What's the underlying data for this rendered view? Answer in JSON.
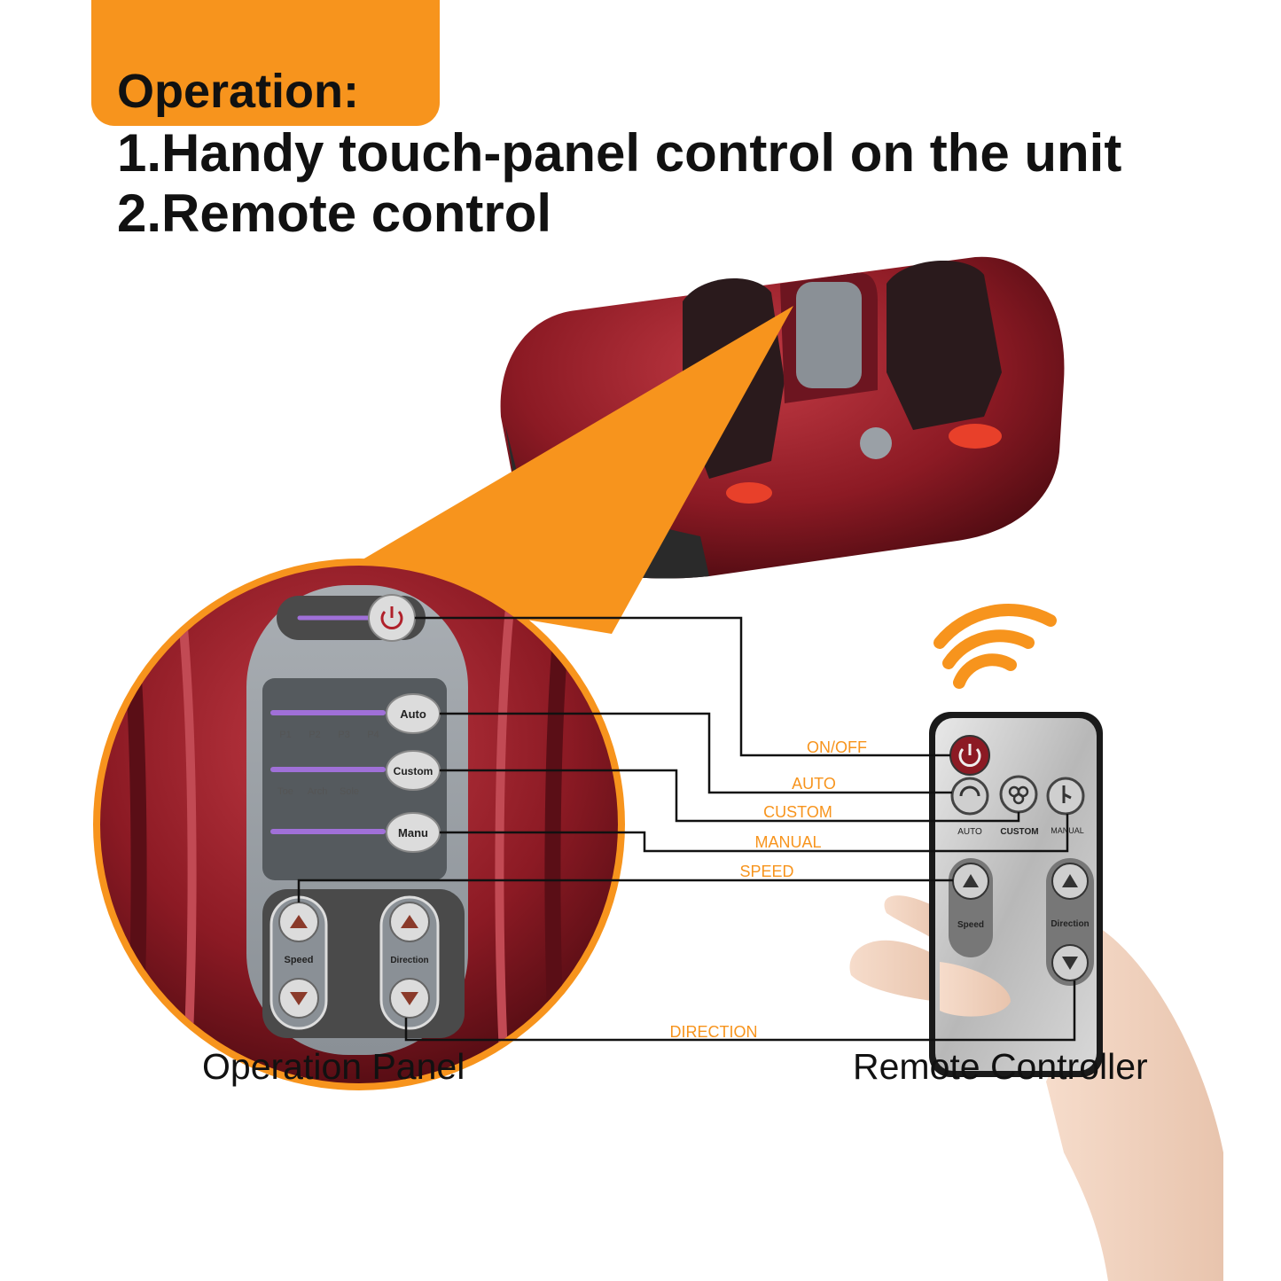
{
  "header": {
    "title": "Operation:",
    "line1": "1.Handy touch-panel control on the unit",
    "line2": "2.Remote control"
  },
  "panel": {
    "auto": "Auto",
    "custom": "Custom",
    "manu": "Manu",
    "speed": "Speed",
    "direction": "Direction",
    "auto_modes": [
      "P1",
      "P2",
      "P3",
      "P4"
    ],
    "custom_modes": [
      "Toe",
      "Arch",
      "Sole"
    ]
  },
  "wires": {
    "on_off": "ON/OFF",
    "auto": "AUTO",
    "custom": "CUSTOM",
    "manual": "MANUAL",
    "speed": "SPEED",
    "direction": "DIRECTION"
  },
  "remote": {
    "auto": "AUTO",
    "custom": "CUSTOM",
    "manual": "MANUAL",
    "speed": "Speed",
    "direction": "Direction"
  },
  "captions": {
    "left": "Operation Panel",
    "right": "Remote Controller"
  },
  "colors": {
    "accent": "#f7941d",
    "body_red": "#8c1a24",
    "panel_grey": "#9aa0a6",
    "led_purple": "#a070d8"
  },
  "icons": [
    "power-icon",
    "arrow-up-icon",
    "arrow-down-icon",
    "wireless-signal-icon",
    "auto-mode-icon",
    "custom-mode-icon",
    "manual-hand-icon"
  ]
}
